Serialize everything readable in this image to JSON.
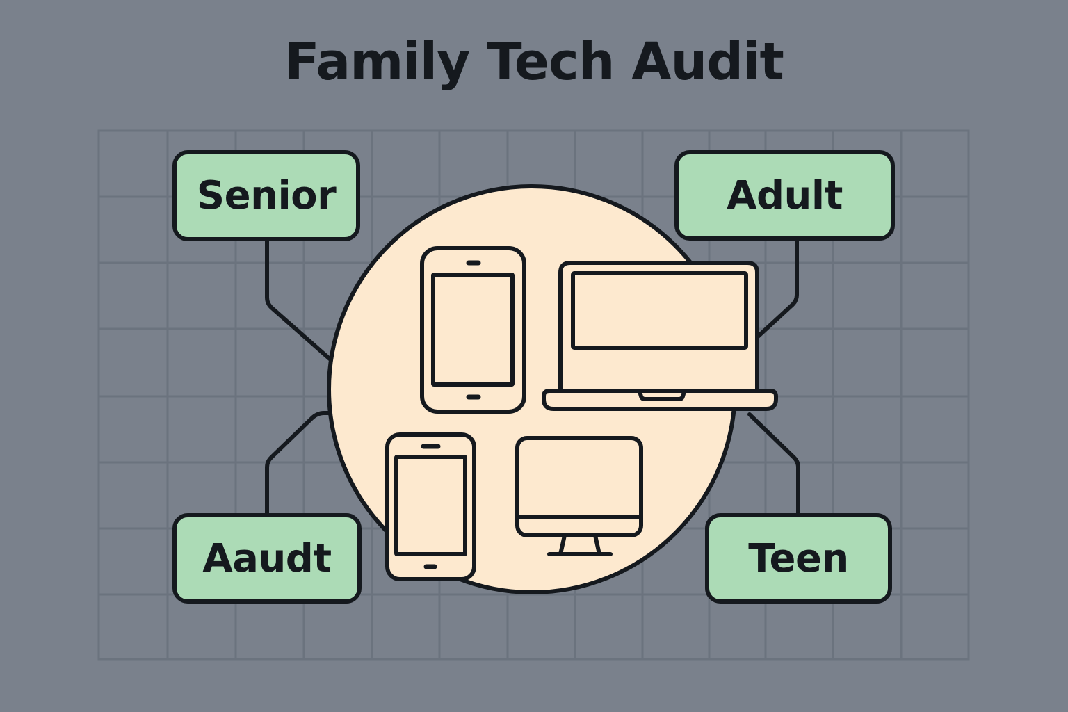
{
  "title": "Family Tech Audit",
  "colors": {
    "background": "#7a818c",
    "grid_line": "#6b737e",
    "label_fill": "#acdbb6",
    "circle_fill": "#fde9cf",
    "stroke": "#15191e"
  },
  "labels": {
    "top_left": "Senior",
    "top_right": "Adult",
    "bottom_left": "Aaudt",
    "bottom_right": "Teen"
  },
  "center": {
    "shape": "circle",
    "devices": [
      {
        "name": "tablet-icon"
      },
      {
        "name": "laptop-icon"
      },
      {
        "name": "smartphone-icon"
      },
      {
        "name": "desktop-monitor-icon"
      }
    ]
  }
}
